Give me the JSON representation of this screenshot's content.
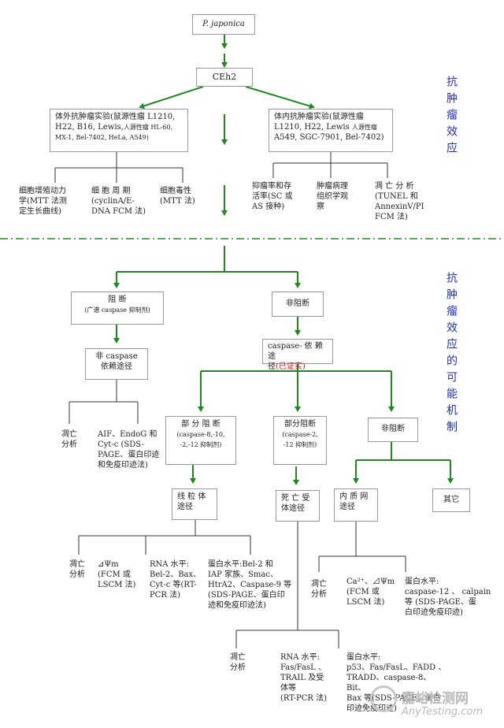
{
  "top": {
    "species": "P. japonica",
    "compound": "CEh2"
  },
  "invitro": {
    "title_a": "体外抗肿瘤实验(鼠源性瘤 L1210,",
    "title_b": "H22, B16, Lewis,",
    "title_b2": "人源性瘤 HL-60,",
    "title_c": "MX-1, Bel-7402, HeLa, A549)"
  },
  "invivo": {
    "title_a": "体内抗肿瘤实验(鼠源性瘤",
    "title_b": "L1210, H22, Lewis",
    "title_b2": "人源性瘤",
    "title_c": "A549, SGC-7901, Bel-7402)"
  },
  "invitro_methods": [
    {
      "l1": "细胞增殖动力",
      "l2": "学(MTT 法测",
      "l3": "定生长曲线)"
    },
    {
      "l1": "细 胞 周 期",
      "l2": "(cyclinA/E-",
      "l3": "DNA FCM 法)"
    },
    {
      "l1": "细胞毒性",
      "l2": "(MTT 法)"
    }
  ],
  "invivo_methods": [
    {
      "l1": "抑瘤率和存",
      "l2": "活率(SC 或",
      "l3": "AS 接种)"
    },
    {
      "l1": "肿瘤病理",
      "l2": "组织学观",
      "l3": "察"
    },
    {
      "l1": "凋 亡 分 析",
      "l2": "(TUNEL 和",
      "l3": "AnnexinV/PI",
      "l4": "FCM 法)"
    }
  ],
  "side_labels": {
    "effect": "抗肿瘤效应",
    "mechanism": "抗肿瘤效应的可能机制"
  },
  "block": {
    "title": "阻 断",
    "sub": "(广谱 caspase 抑制剂)"
  },
  "nonblock": "非阻断",
  "indep": {
    "l1": "非 caspase",
    "l2": "依赖途径"
  },
  "dep": {
    "l1": "caspase- 依 赖 途",
    "l2": "径",
    "confirmed": "(已证实)"
  },
  "indep_detail": {
    "apop_l1": "凋亡",
    "apop_l2": "分析",
    "l1": "AIF、EndoG 和",
    "l2": "Cyt-c      (SDS-",
    "l3": "PAGE、蛋白印迹",
    "l4": "和免疫印迹法)"
  },
  "partial1": {
    "l1": "部 分 阻 断",
    "l2": "(caspase-8,-10,",
    "l3": "-2,-12 抑制剂)"
  },
  "partial2": {
    "l1": "部分阻断",
    "l2": "(caspase-2,",
    "l3": "-12 抑制剂)"
  },
  "nonblock2": "非阻断",
  "mito": {
    "l1": "线 粒 体",
    "l2": "途径"
  },
  "death": {
    "l1": "死 亡 受",
    "l2": "体途径"
  },
  "er": {
    "l1": "内 质 网",
    "l2": "途径"
  },
  "other": "其它",
  "mito_detail": {
    "apop_l1": "凋亡",
    "apop_l2": "分析",
    "dpsi_l1": "⊿Ψm",
    "dpsi_l2": "(FCM  或",
    "dpsi_l3": "LSCM 法)",
    "rna_l1": "RNA 水平:",
    "rna_l2": "Bel-2、Bax、",
    "rna_l3": "Cyt-c 等(RT-",
    "rna_l4": "PCR 法)",
    "prot_l1": "蛋白水平:Bel-2 和",
    "prot_l2": "IAP 家族、Smac、",
    "prot_l3": "HtrA2、Caspase-9 等",
    "prot_l4": "(SDS-PAGE、蛋白印",
    "prot_l5": "迹和免疫印迹法)"
  },
  "er_detail": {
    "apop_l1": "凋亡",
    "apop_l2": "分析",
    "ca_l1": "Ca²⁺、⊿Ψm",
    "ca_l2": "(FCM  或",
    "ca_l3": "LSCM 法)",
    "prot_l1": "蛋白水平:",
    "prot_l2": "caspase-12 、 calpain",
    "prot_l3": "等  (SDS-PAGE、蛋",
    "prot_l4": "白印迹免疫印迹)"
  },
  "death_detail": {
    "apop_l1": "凋亡",
    "apop_l2": "分析",
    "rna_l1": "RNA 水平:",
    "rna_l2": "Fas/FasL  、",
    "rna_l3": "TRAIL 及受",
    "rna_l4": "体等",
    "rna_l5": "(RT-PCR 法)",
    "prot_l1": "蛋白水平:",
    "prot_l2": "p53、Fas/FasL、FADD  、",
    "prot_l3": "TRADD、caspase-8、Bit、",
    "prot_l4": "Bax 等(SDS-PAGE、蛋白",
    "prot_l5": "印迹免疫印迹)"
  },
  "watermark": {
    "text": "嘉峪检测网",
    "url": "AnyTesting.com"
  },
  "colors": {
    "arrow": "#1e8a1e",
    "divider": "#1e8a1e",
    "side": "#1f2fb5",
    "confirmed": "#c81e1e",
    "box_border": "#9a9a9a"
  }
}
